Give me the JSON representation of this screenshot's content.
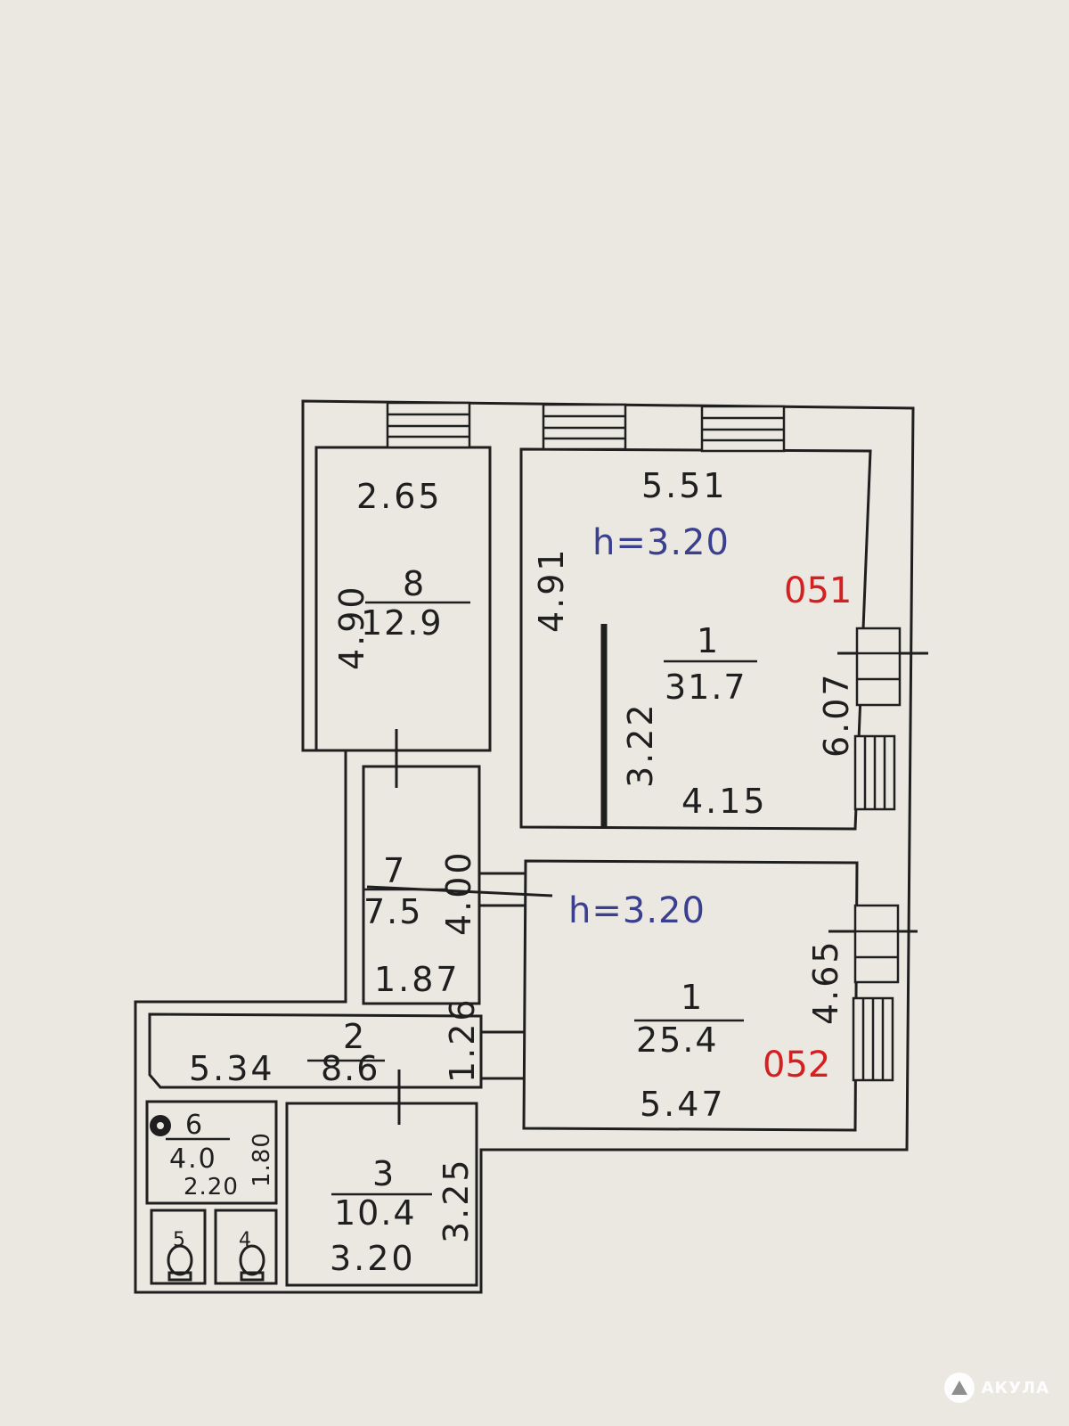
{
  "rooms": {
    "room8": {
      "number": "8",
      "area": "12.9",
      "dim_top": "2.65",
      "dim_side": "4.90"
    },
    "room1_upper": {
      "number": "1",
      "area": "31.7",
      "dim_top": "5.51",
      "dim_left": "4.91",
      "dim_right": "6.07",
      "dim_bottom": "4.15",
      "dim_partition": "3.22",
      "height": "h=3.20",
      "code": "051"
    },
    "room7": {
      "number": "7",
      "area": "7.5",
      "dim_side": "4.00",
      "dim_bottom": "1.87"
    },
    "room1_lower": {
      "number": "1",
      "area": "25.4",
      "dim_right": "4.65",
      "dim_bottom": "5.47",
      "height": "h=3.20",
      "code": "052"
    },
    "room2": {
      "number": "2",
      "area": "8.6",
      "dim_length": "5.34",
      "dim_width": "1.26"
    },
    "room6": {
      "number": "6",
      "area": "4.0",
      "dim_width": "2.20",
      "dim_side": "1.80"
    },
    "room3": {
      "number": "3",
      "area": "10.4",
      "dim_side": "3.25",
      "dim_bottom": "3.20"
    },
    "room5": {
      "number": "5"
    },
    "room4": {
      "number": "4"
    }
  },
  "colors": {
    "line": "#1f1f1f",
    "height_text": "#3a3f8f",
    "code_text": "#d42020",
    "paper": "#ebe8e2"
  },
  "watermark": {
    "text": "АКУЛА"
  }
}
